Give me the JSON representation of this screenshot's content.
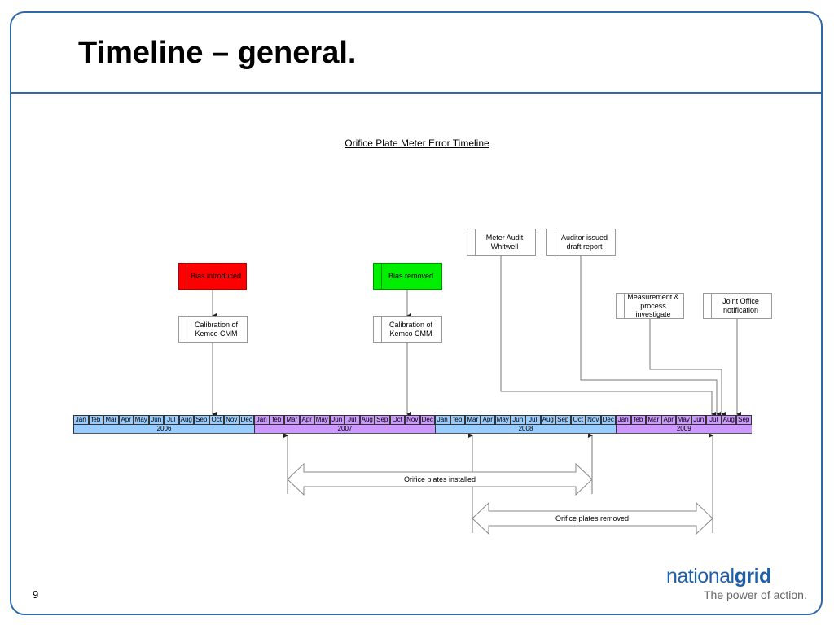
{
  "slide": {
    "title": "Timeline – general.",
    "page_number": "9"
  },
  "chart": {
    "title": "Orifice Plate Meter Error Timeline"
  },
  "timeline": {
    "years": [
      {
        "label": "2006",
        "color": "#99ccff",
        "months": [
          "Jan",
          "feb",
          "Mar",
          "Apr",
          "May",
          "Jun",
          "Jul",
          "Aug",
          "Sep",
          "Oct",
          "Nov",
          "Dec"
        ]
      },
      {
        "label": "2007",
        "color": "#cc99ff",
        "months": [
          "Jan",
          "feb",
          "Mar",
          "Apr",
          "May",
          "Jun",
          "Jul",
          "Aug",
          "Sep",
          "Oct",
          "Nov",
          "Dec"
        ]
      },
      {
        "label": "2008",
        "color": "#99ccff",
        "months": [
          "Jan",
          "feb",
          "Mar",
          "Apr",
          "May",
          "Jun",
          "Jul",
          "Aug",
          "Sep",
          "Oct",
          "Nov",
          "Dec"
        ]
      },
      {
        "label": "2009",
        "color": "#cc99ff",
        "months": [
          "Jan",
          "feb",
          "Mar",
          "Apr",
          "May",
          "Jun",
          "Jul",
          "Aug",
          "Sep"
        ]
      }
    ]
  },
  "events": {
    "bias_introduced": "Bias introduced",
    "bias_removed": "Bias removed",
    "calibration_1": "Calibration of Kemco CMM",
    "calibration_2": "Calibration of Kemco CMM",
    "meter_audit": "Meter Audit Whitwell",
    "auditor_report": "Auditor issued draft report",
    "measurement_investigate": "Measurement & process investigate",
    "joint_office": "Joint Office notification"
  },
  "periods": {
    "installed": "Orifice plates installed",
    "removed": "Orifice plates removed"
  },
  "colors": {
    "frame": "#2e6aa8",
    "bias_introduced": "#ff0000",
    "bias_removed": "#00ee00",
    "logo": "#1f5ea8"
  },
  "logo": {
    "word_light": "national",
    "word_bold": "grid",
    "tagline": "The power of action."
  }
}
